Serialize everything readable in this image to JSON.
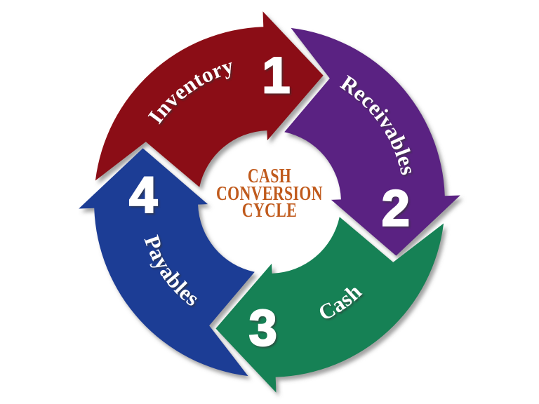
{
  "diagram_title": "CASH CONVERSION CYCLE",
  "background_color": "#ffffff",
  "cycle_direction": "clockwise",
  "center_label": {
    "lines": [
      "CASH",
      "CONVERSION",
      "CYCLE"
    ],
    "color": "#c05a1c"
  },
  "segment_text_color": "#ffffff",
  "shadow_color": "#555555",
  "segments": [
    {
      "number": "1",
      "label": "Inventory",
      "color": "#8b0e12",
      "position": "top",
      "base_angle": 268,
      "label_orientation": "outer"
    },
    {
      "number": "2",
      "label": "Receivables",
      "color": "#5a2482",
      "position": "right",
      "base_angle": 358,
      "label_orientation": "outer"
    },
    {
      "number": "3",
      "label": "Cash",
      "color": "#178155",
      "position": "bottom",
      "base_angle": 88,
      "label_orientation": "inner"
    },
    {
      "number": "4",
      "label": "Payables",
      "color": "#1d3c95",
      "position": "left",
      "base_angle": 178,
      "label_orientation": "inner"
    }
  ]
}
